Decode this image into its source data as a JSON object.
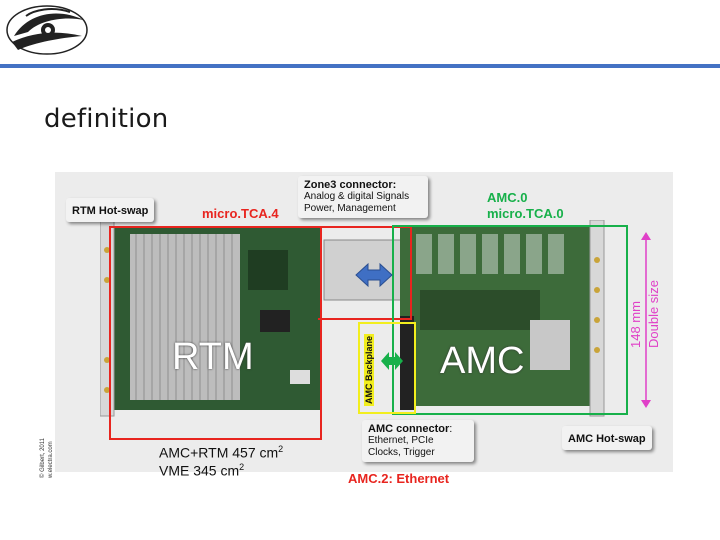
{
  "slide": {
    "title": "definition"
  },
  "figure": {
    "rtm_hotswap": "RTM Hot-swap",
    "micro_tca4": "micro.TCA.4",
    "zone3": {
      "head": "Zone3 connector:",
      "line1": "Analog & digital Signals",
      "line2": "Power, Management"
    },
    "amc0": "AMC.0",
    "micro_tca0": "micro.TCA.0",
    "rtm_label": "RTM",
    "amc_label": "AMC",
    "amc_backplane": "AMC Backplane",
    "size_mm": "148 mm",
    "double_size": "Double size",
    "amc_connector": {
      "head": "AMC connector",
      "colon": ":",
      "line1": "Ethernet, PCIe",
      "line2": "Clocks, Trigger"
    },
    "amc_hotswap": "AMC Hot-swap",
    "area_amc_rtm": "AMC+RTM  457 cm",
    "area_vme": "VME  345 cm",
    "sup": "2",
    "amc2": "AMC.2: Ethernet",
    "credit_line1": "© Gilbert, 2011",
    "credit_line2": "w.electra.com"
  },
  "colors": {
    "accent_rule": "#4472c4",
    "red": "#e8251f",
    "green": "#17b04a",
    "yellow": "#f2ee1e"
  }
}
